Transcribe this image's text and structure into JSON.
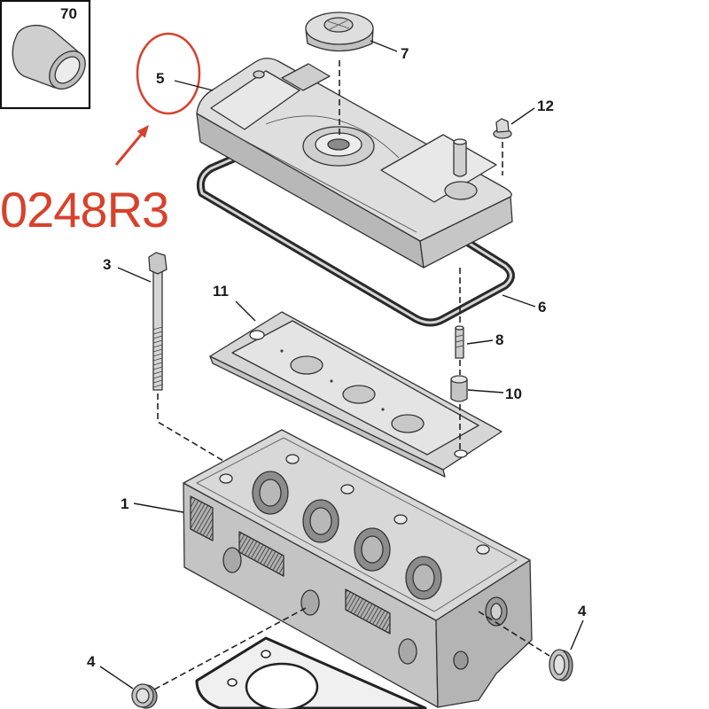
{
  "inset": {
    "label": "70"
  },
  "callouts": {
    "part_5": "5",
    "part_7": "7",
    "part_12": "12",
    "part_3": "3",
    "part_11": "11",
    "part_6": "6",
    "part_8": "8",
    "part_10": "10",
    "part_1": "1",
    "part_4_right": "4",
    "part_4_left": "4"
  },
  "annotation": {
    "code": "0248R3"
  },
  "colors": {
    "annotation_red": "#d8412c",
    "ink": "#1a1a1a",
    "part_light": "#e2e2e2",
    "part_mid": "#c9c9c9",
    "part_dark": "#9a9a9a"
  }
}
